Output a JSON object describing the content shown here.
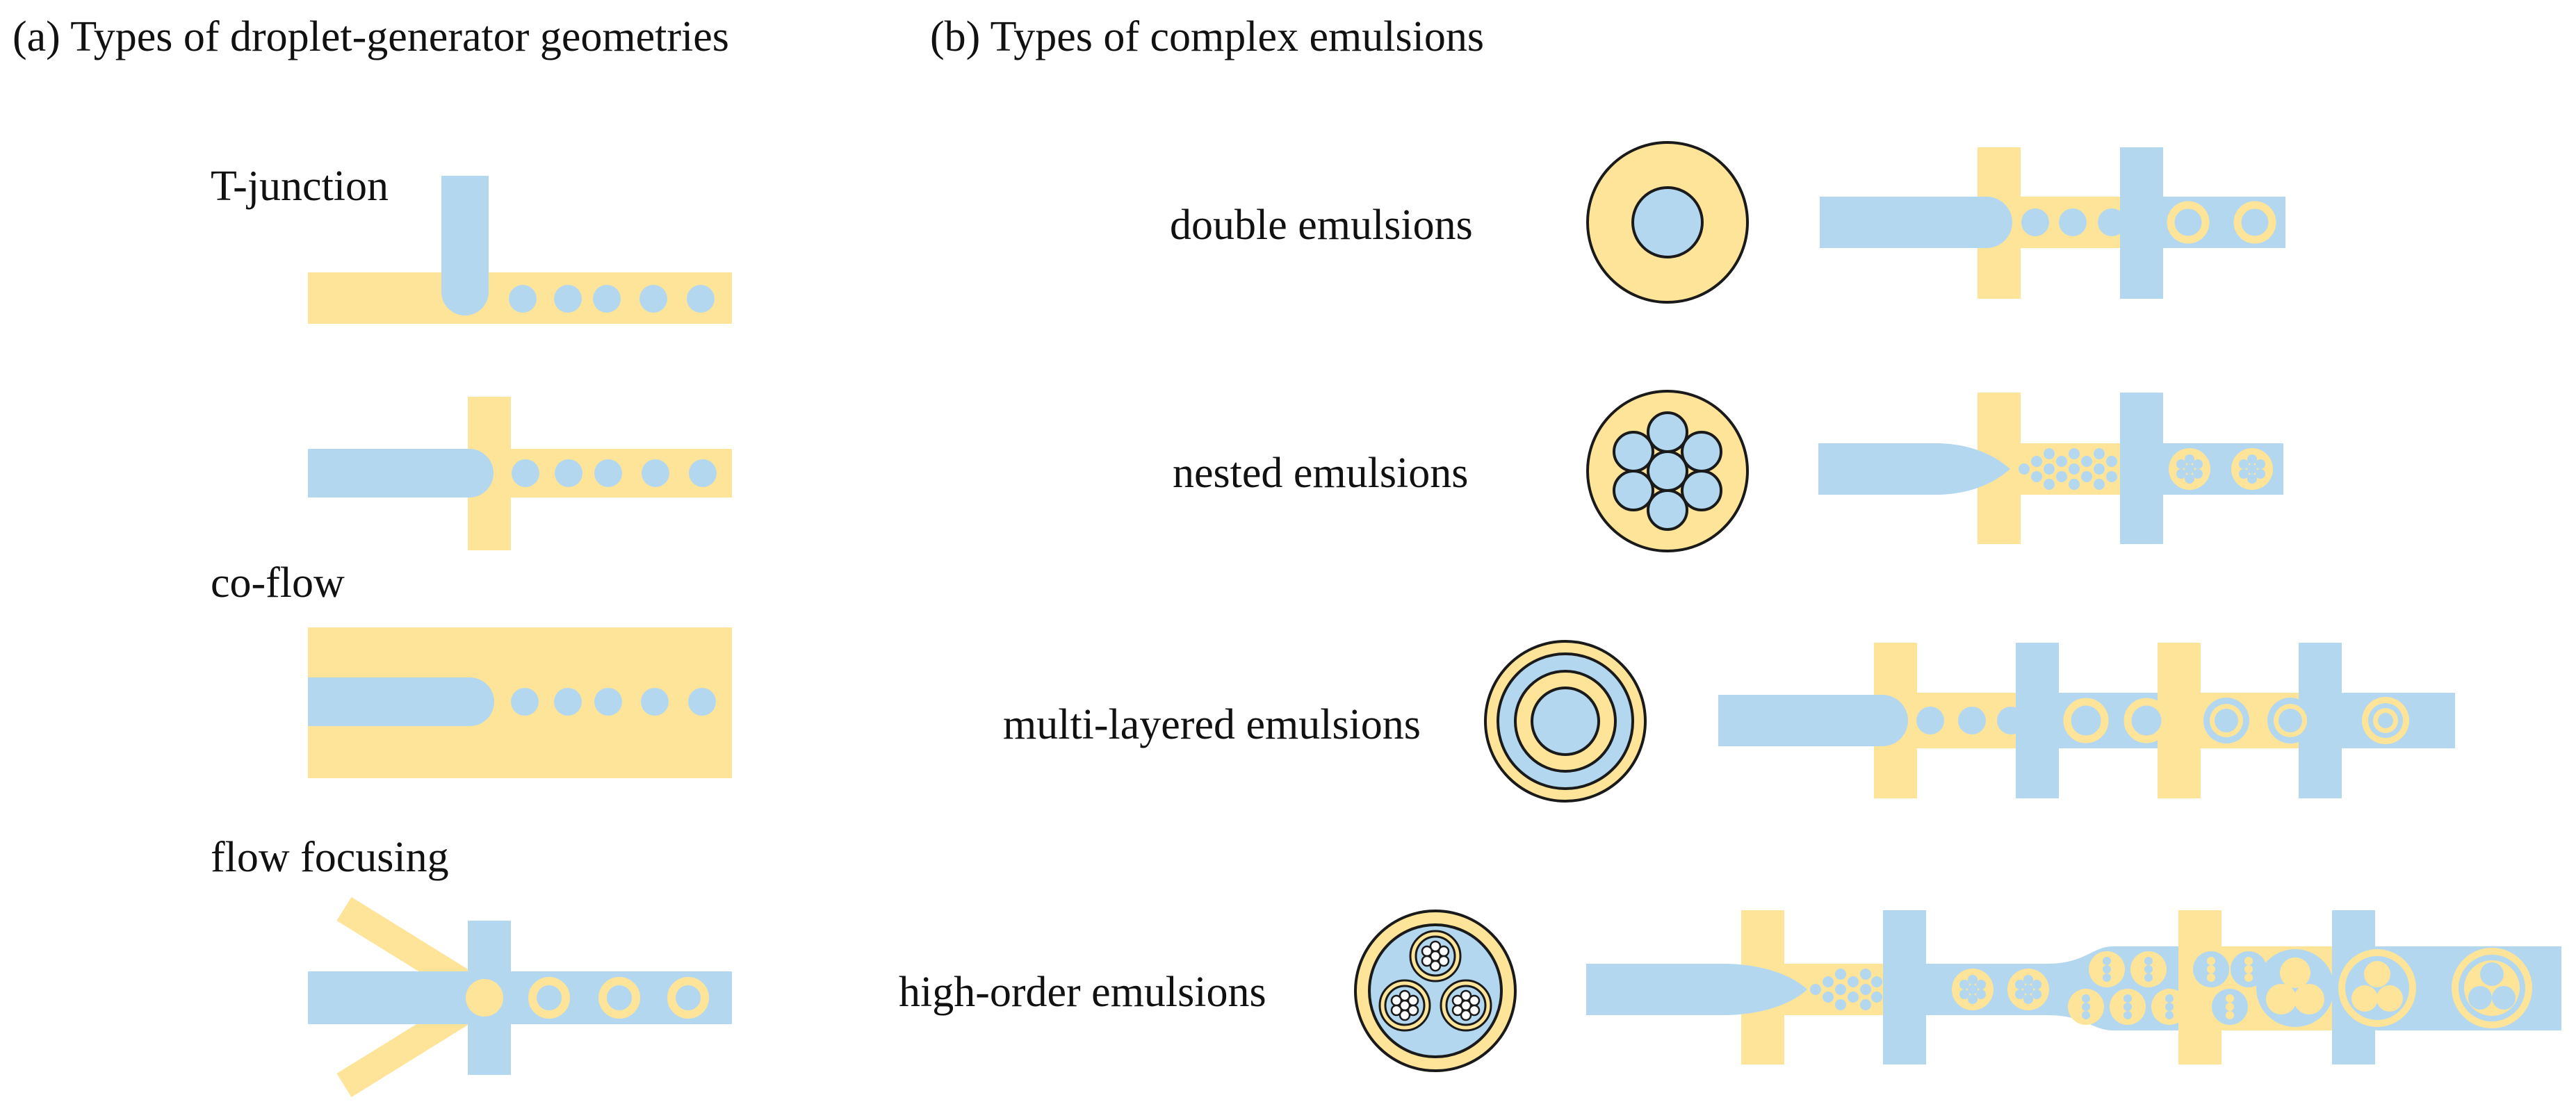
{
  "colors": {
    "yellow": "#FDE499",
    "blue": "#B3D7EF",
    "outline": "#1a1a1a",
    "inner_dot": "#FFFFFF"
  },
  "panel_a": {
    "title": "(a)  Types of droplet-generator geometries",
    "labels": {
      "t_junction": "T-junction",
      "co_flow": "co-flow",
      "flow_focusing": "flow focusing"
    }
  },
  "panel_b": {
    "title": "(b)  Types of complex emulsions",
    "labels": {
      "double": "double emulsions",
      "nested": "nested emulsions",
      "multi": "multi-layered emulsions",
      "high": "high-order emulsions"
    }
  }
}
